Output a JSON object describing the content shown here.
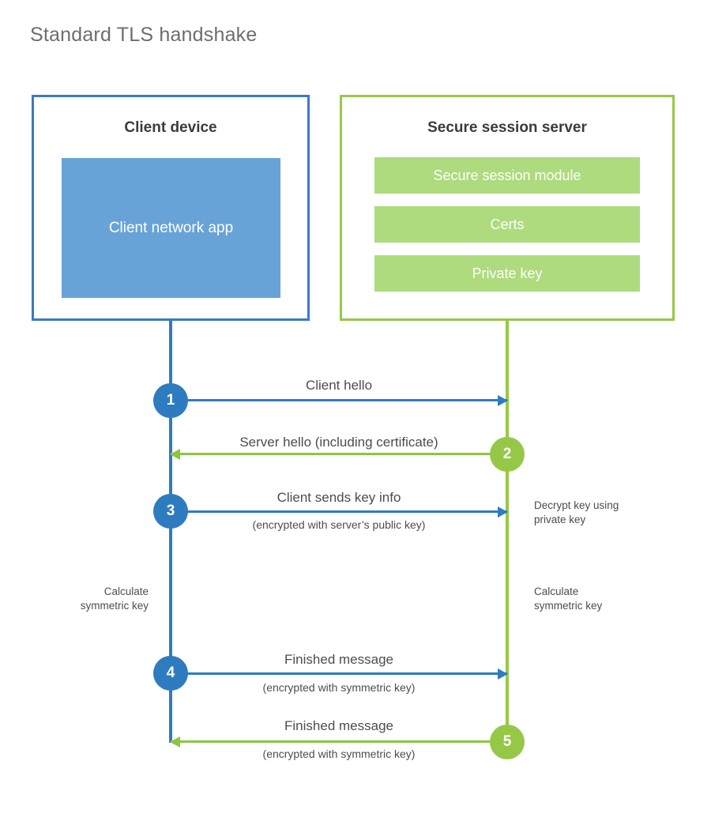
{
  "title": "Standard TLS handshake",
  "colors": {
    "client_blue": "#2e7cbf",
    "client_border": "#3a7bbf",
    "client_app_fill": "#68a3d8",
    "server_green": "#96c847",
    "server_arrow_green": "#8cc63e",
    "server_bar_fill": "#addb7d",
    "text": "#4d4d4d",
    "title_text": "#6e6e6e",
    "background": "#ffffff"
  },
  "client": {
    "title": "Client device",
    "app_label": "Client network app"
  },
  "server": {
    "title": "Secure session server",
    "components": [
      {
        "label": "Secure session module"
      },
      {
        "label": "Certs"
      },
      {
        "label": "Private key"
      }
    ]
  },
  "steps": [
    {
      "number": "1",
      "label": "Client hello",
      "sublabel": "",
      "direction": "client-to-server",
      "color": "blue"
    },
    {
      "number": "2",
      "label": "Server hello (including certificate)",
      "sublabel": "",
      "direction": "server-to-client",
      "color": "green"
    },
    {
      "number": "3",
      "label": "Client sends key info",
      "sublabel": "(encrypted with server’s public key)",
      "direction": "client-to-server",
      "color": "blue"
    },
    {
      "number": "4",
      "label": "Finished message",
      "sublabel": "(encrypted with symmetric key)",
      "direction": "client-to-server",
      "color": "blue"
    },
    {
      "number": "5",
      "label": "Finished message",
      "sublabel": "(encrypted with symmetric key)",
      "direction": "server-to-client",
      "color": "green"
    }
  ],
  "annotations": {
    "server_decrypt": "Decrypt key using\nprivate key",
    "client_calculate": "Calculate\nsymmetric key",
    "server_calculate": "Calculate\nsymmetric key"
  }
}
